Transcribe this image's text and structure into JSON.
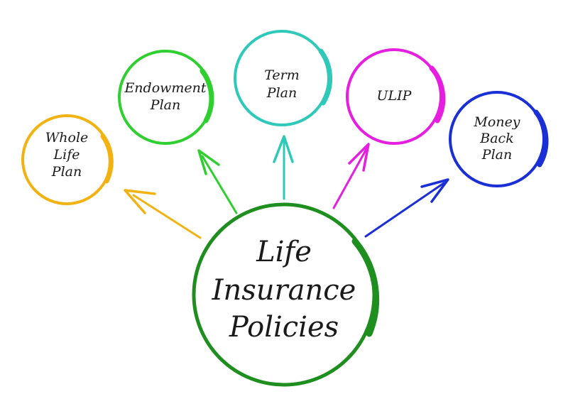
{
  "diagram": {
    "center": {
      "lines": [
        "Life",
        "Insurance",
        "Policies"
      ],
      "color": "#1e8f1e"
    },
    "nodes": [
      {
        "id": "whole-life-plan",
        "lines": [
          "Whole",
          "Life",
          "Plan"
        ],
        "color": "#f2b312"
      },
      {
        "id": "endowment-plan",
        "lines": [
          "Endowment",
          "Plan"
        ],
        "color": "#2fcf2f"
      },
      {
        "id": "term-plan",
        "lines": [
          "Term",
          "Plan"
        ],
        "color": "#2ec9b8"
      },
      {
        "id": "ulip",
        "lines": [
          "ULIP"
        ],
        "color": "#e61ee0"
      },
      {
        "id": "money-back-plan",
        "lines": [
          "Money",
          "Back",
          "Plan"
        ],
        "color": "#1a2fd6"
      }
    ]
  }
}
